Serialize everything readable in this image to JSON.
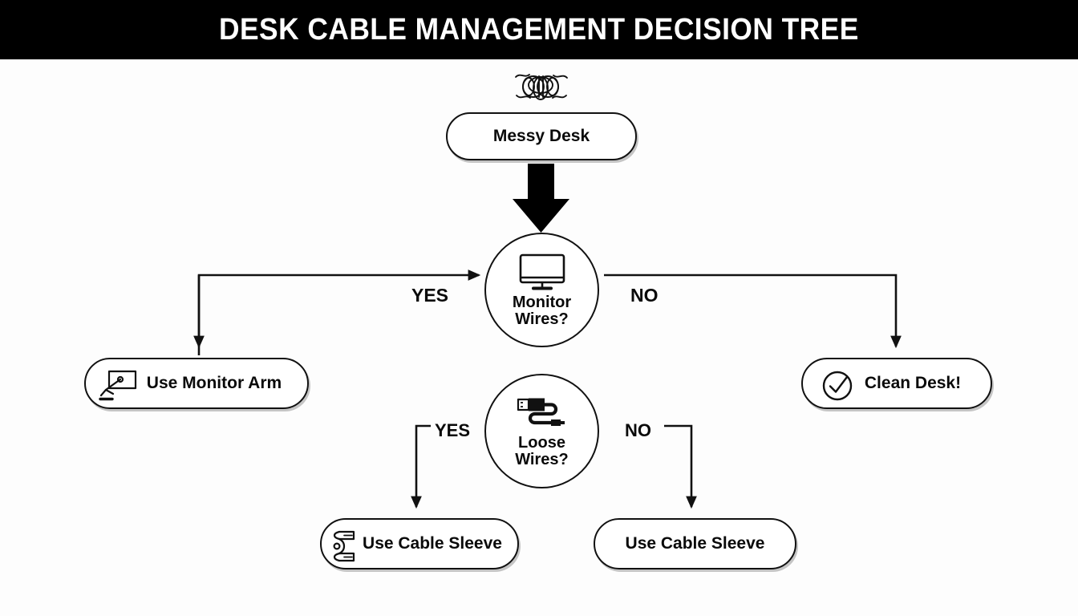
{
  "banner": {
    "title": "DESK CABLE MANAGEMENT DECISION TREE",
    "background": "#000000",
    "text_color": "#ffffff"
  },
  "page": {
    "background": "#fdfdfd",
    "stroke_color": "#111111",
    "text_color": "#0a0a0a"
  },
  "diagram": {
    "type": "decision-tree",
    "nodes": [
      {
        "id": "messy",
        "label": "Messy Desk",
        "shape": "pill",
        "icon": "tangled-cable-icon"
      },
      {
        "id": "monitor_q",
        "label_line1": "Monitor",
        "label_line2": "Wires?",
        "shape": "circle",
        "icon": "monitor-icon"
      },
      {
        "id": "monitor_arm",
        "label": "Use Monitor Arm",
        "shape": "pill",
        "icon": "monitor-arm-icon"
      },
      {
        "id": "clean",
        "label": "Clean Desk!",
        "shape": "pill",
        "icon": "check-circle-icon"
      },
      {
        "id": "loose_q",
        "label_line1": "Loose",
        "label_line2": "Wires?",
        "shape": "circle",
        "icon": "usb-cable-icon"
      },
      {
        "id": "sleeve_left",
        "label": "Use Cable Sleeve",
        "shape": "pill",
        "icon": "cable-sleeve-icon"
      },
      {
        "id": "sleeve_right",
        "label": "Use Cable Sleeve",
        "shape": "pill",
        "icon": "none"
      }
    ],
    "edges": [
      {
        "from": "messy",
        "to": "monitor_q",
        "label": ""
      },
      {
        "from": "monitor_q",
        "to": "monitor_arm",
        "label": "YES"
      },
      {
        "from": "monitor_q",
        "to": "clean",
        "label": "NO"
      },
      {
        "from": "loose_q",
        "to": "sleeve_left",
        "label": "YES"
      },
      {
        "from": "loose_q",
        "to": "sleeve_right",
        "label": "NO"
      }
    ],
    "labels": {
      "yes_top": "YES",
      "no_top": "NO",
      "yes_bottom": "YES",
      "no_bottom": "NO"
    }
  }
}
